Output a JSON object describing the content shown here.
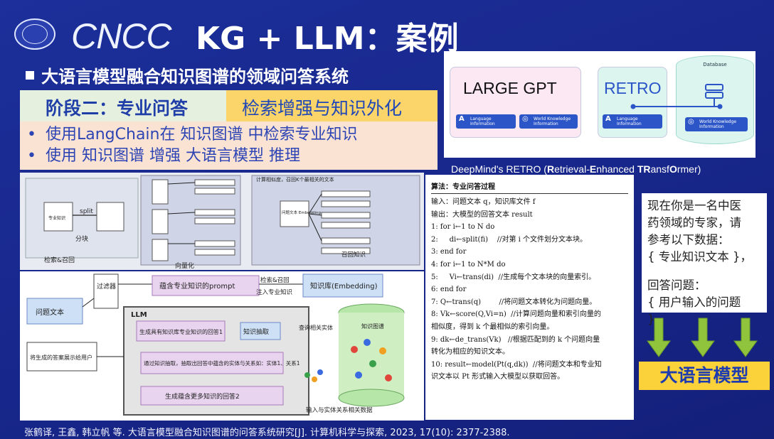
{
  "header": {
    "logo_text": "CNCC",
    "title": "KG + LLM：案例",
    "subtitle": "大语言模型融合知识图谱的领域问答系统"
  },
  "stage": {
    "left": "阶段二：专业问答",
    "right": "检索增强与知识外化"
  },
  "bullets": [
    "使用LangChain在 知识图谱 中检索专业知识",
    "使用 知识图谱 增强 大语言模型 推理"
  ],
  "retro": {
    "gpt_title": "LARGE GPT",
    "retro_title": "RETRO",
    "database_label": "Database",
    "pill_language": "Language Information",
    "pill_world": "World Knowledge Information",
    "caption_prefix": "DeepMind's RETRO (",
    "caption_R": "R",
    "caption_etrieval": "etrieval-",
    "caption_E": "E",
    "caption_nhanced": "nhanced ",
    "caption_TR": "TR",
    "caption_ansf": "ansf",
    "caption_O": "O",
    "caption_rmer": "rmer)"
  },
  "diagram_top": {
    "split_label": "split",
    "chunk_label": "分块",
    "vectorize_label": "向量化",
    "retrieve_label": "检索&召回",
    "recall_label": "召回知识",
    "similarity_label": "计算相似度，召回K个最相关的文本",
    "question_embedding_label": "问题文本 Embedding",
    "domain_knowledge_label": "专业知识"
  },
  "diagram_bottom": {
    "filter_label": "过滤器",
    "prompt_label": "蕴含专业知识的prompt",
    "retrieve_recall_label": "检索&召回",
    "inject_label": "注入专业知识",
    "kb_label": "知识库(Embedding)",
    "question_label": "问题文本",
    "llm_label": "LLM",
    "answer1_label": "生成具有知识库专业知识的回答1",
    "extract_label": "知识抽取",
    "query_label": "查询相关实体",
    "kg_label": "知识图谱",
    "display_label": "将生成的答案展示给用户",
    "extract_desc_label": "通过知识抽取，抽取出回答中蕴含的实体与关系如：实体1、关系1",
    "answer2_label": "生成蕴含更多知识的回答2",
    "input_label": "输入与实体关系相关数据"
  },
  "algorithm": {
    "header": "算法：专业问答过程",
    "lines": [
      "输入：问题文本 q，知识库文件 f",
      "输出：大模型的回答文本 result",
      "1: for i←1 to N do",
      "2:     di←split(fi)    //对第 i 个文件划分文本块。",
      "3: end for",
      "4: for i←1 to N*M do",
      "5:     Vi←trans(di)  //生成每个文本块的向量索引。",
      "6: end for",
      "7: Q←trans(q)        //将问题文本转化为问题向量。",
      "8: Vk←score(Q,Vi=n)  //计算问题向量和索引向量的",
      "相似度，得到 k 个最相似的索引向量。",
      "9: dk←de_trans(Vk)   //根据匹配到的 k 个问题向量",
      "转化为相应的知识文本。",
      "10: result←model(Pt(q,dk))  //将问题文本和专业知",
      "识文本以 Pt 形式输入大模型以获取回答。"
    ]
  },
  "prompt": {
    "lines": [
      "现在你是一名中医",
      "药领域的专家，请",
      "参考以下数据：",
      "{ 专业知识文本 }，",
      "",
      "回答问题：",
      "{ 用户输入的问题 }。"
    ]
  },
  "llm_badge": "大语言模型",
  "citation": "张鹤译, 王鑫, 韩立帆 等. 大语言模型融合知识图谱的问答系统研究[J]. 计算机科学与探索, 2023, 17(10): 2377-2388.",
  "colors": {
    "background": "#1a2a8a",
    "stage_left_bg": "#e6f0df",
    "stage_right_bg": "#fbd56a",
    "bullets_bg": "#fbe3d3",
    "llm_badge_bg": "#fbd23a",
    "arrow_green": "#8fc43c"
  },
  "icons": {
    "logo": "university-seal-icon",
    "pill_language": "letter-a-icon",
    "pill_world": "globe-icon",
    "database": "database-icon",
    "arrow": "down-arrow-icon"
  }
}
